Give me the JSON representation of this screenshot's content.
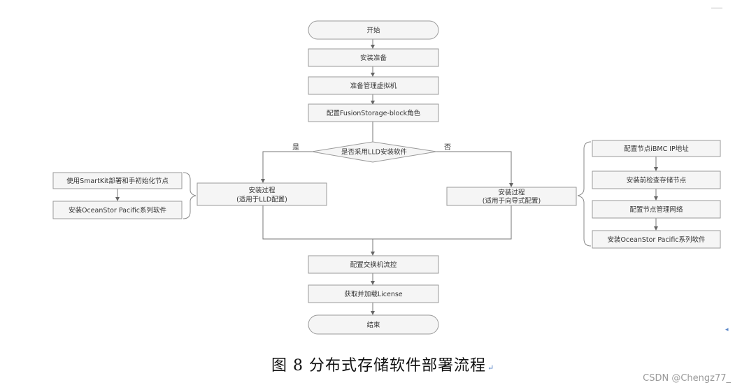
{
  "flow": {
    "start": "开始",
    "prepare": "安装准备",
    "prepare_vm": "准备管理虚拟机",
    "config_role": "配置FusionStorage-block角色",
    "decision": "是否采用LLD安装软件",
    "yes": "是",
    "no": "否",
    "install_lld_title": "安装过程",
    "install_lld_sub": "(适用于LLD配置)",
    "install_wizard_title": "安装过程",
    "install_wizard_sub": "(适用于向导式配置)",
    "left_step1": "使用SmartKit部署和手初始化节点",
    "left_step2": "安装OceanStor Pacific系列软件",
    "right_step1": "配置节点iBMC IP地址",
    "right_step2": "安装前检查存储节点",
    "right_step3": "配置节点管理网络",
    "right_step4": "安装OceanStor Pacific系列软件",
    "switch_flow": "配置交换机流控",
    "license": "获取并加载License",
    "end": "结束"
  },
  "caption": "图 8  分布式存储软件部署流程",
  "caption_mark": "↵",
  "watermark": "CSDN @Chengz77_",
  "side_mark": "◂"
}
